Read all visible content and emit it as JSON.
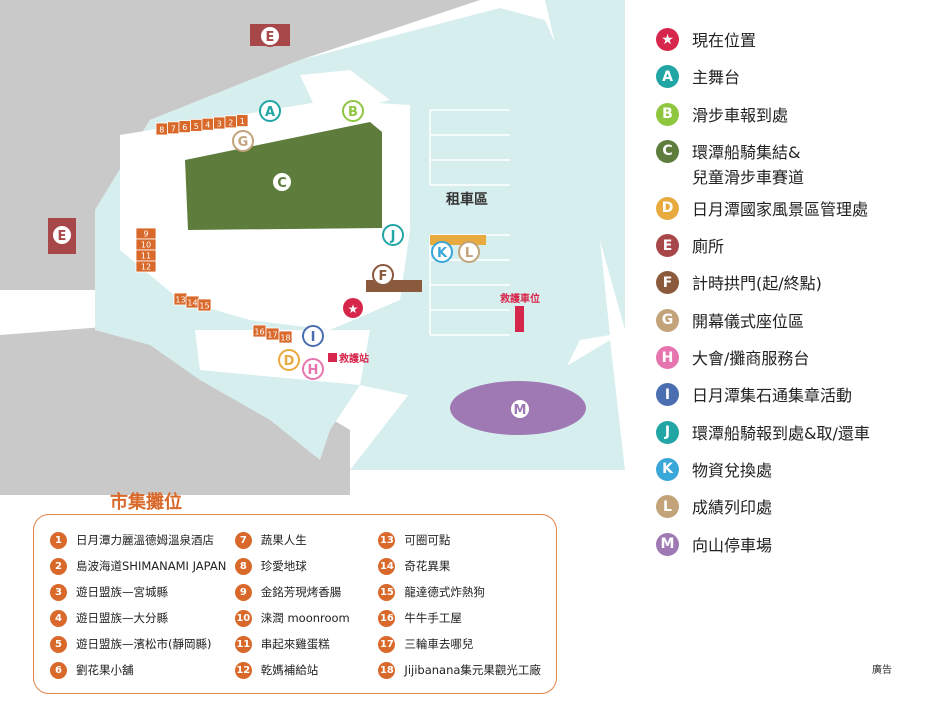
{
  "colors": {
    "gray_area": "#c9c9c9",
    "path": "#d7eeee",
    "stage_green": "#5e7d3d",
    "parking_purple": "#9e79b4",
    "stall_orange": "#d9692a",
    "toilet_red": "#a8474a",
    "arch_brown": "#8b5a3c",
    "current_red": "#d7264b",
    "teal": "#21a5a5",
    "lime": "#8ec63f",
    "gold": "#e8a93e",
    "tan": "#c2a37a",
    "pink": "#e674ae",
    "blue": "#4a6eb0",
    "lightblue": "#3aa7d9"
  },
  "map": {
    "rental_area_label": "租車區",
    "ambulance_label": "救護車位",
    "first_aid_label": "救護站",
    "ad_label": "廣告",
    "markers": {
      "A": "A",
      "B": "B",
      "C": "C",
      "D": "D",
      "E": "E",
      "F": "F",
      "G": "G",
      "H": "H",
      "I": "I",
      "J": "J",
      "K": "K",
      "L": "L",
      "M": "M"
    },
    "stall_row_top": [
      "8",
      "7",
      "6",
      "5",
      "4",
      "3",
      "2",
      "1"
    ],
    "stall_col_left": [
      "9",
      "10",
      "11",
      "12"
    ],
    "stall_row_mid": [
      "13",
      "14",
      "15"
    ],
    "stall_row_bottom": [
      "16",
      "17",
      "18"
    ]
  },
  "legend": [
    {
      "key": "★",
      "label": "現在位置",
      "color": "#d7264b"
    },
    {
      "key": "A",
      "label": "主舞台",
      "color": "#21a5a5"
    },
    {
      "key": "B",
      "label": "滑步車報到處",
      "color": "#8ec63f"
    },
    {
      "key": "C",
      "label": "環潭船騎集結&\n兒童滑步車賽道",
      "color": "#5e7d3d"
    },
    {
      "key": "D",
      "label": "日月潭國家風景區管理處",
      "color": "#e8a93e"
    },
    {
      "key": "E",
      "label": "廁所",
      "color": "#a8474a"
    },
    {
      "key": "F",
      "label": "計時拱門(起/終點)",
      "color": "#8b5a3c"
    },
    {
      "key": "G",
      "label": "開幕儀式座位區",
      "color": "#c2a37a"
    },
    {
      "key": "H",
      "label": "大會/攤商服務台",
      "color": "#e674ae"
    },
    {
      "key": "I",
      "label": "日月潭集石通集章活動",
      "color": "#4a6eb0"
    },
    {
      "key": "J",
      "label": "環潭船騎報到處&取/還車",
      "color": "#21a5a5"
    },
    {
      "key": "K",
      "label": "物資兌換處",
      "color": "#3aa7d9"
    },
    {
      "key": "L",
      "label": "成績列印處",
      "color": "#c2a37a"
    },
    {
      "key": "M",
      "label": "向山停車場",
      "color": "#9e79b4"
    }
  ],
  "market": {
    "title": "市集攤位",
    "columns": [
      [
        {
          "n": "1",
          "name": "日月潭力麗溫德姆溫泉酒店"
        },
        {
          "n": "2",
          "name": "島波海道SHIMANAMI JAPAN"
        },
        {
          "n": "3",
          "name": "遊日盟族—宮城縣"
        },
        {
          "n": "4",
          "name": "遊日盟族—大分縣"
        },
        {
          "n": "5",
          "name": "遊日盟族—濱松市(靜岡縣)"
        },
        {
          "n": "6",
          "name": "劉花果小舖"
        }
      ],
      [
        {
          "n": "7",
          "name": "蔬果人生"
        },
        {
          "n": "8",
          "name": "珍愛地球"
        },
        {
          "n": "9",
          "name": "金銘芳現烤香腸"
        },
        {
          "n": "10",
          "name": "涞潤 moonroom"
        },
        {
          "n": "11",
          "name": "串起來雞蛋糕"
        },
        {
          "n": "12",
          "name": "乾媽補給站"
        }
      ],
      [
        {
          "n": "13",
          "name": "可圈可點"
        },
        {
          "n": "14",
          "name": "奇花異果"
        },
        {
          "n": "15",
          "name": "龍達德式炸熱狗"
        },
        {
          "n": "16",
          "name": "牛牛手工屋"
        },
        {
          "n": "17",
          "name": "三輪車去哪兒"
        },
        {
          "n": "18",
          "name": "Jijibanana集元果觀光工廠"
        }
      ]
    ]
  }
}
